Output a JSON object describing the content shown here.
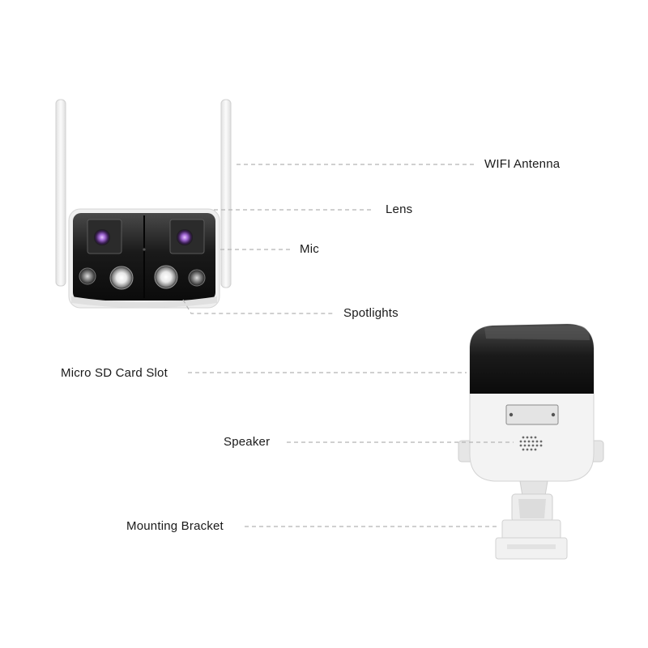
{
  "callouts": {
    "wifi_antenna": "WIFI Antenna",
    "lens": "Lens",
    "mic": "Mic",
    "spotlights": "Spotlights",
    "micro_sd_card_slot": "Micro SD Card Slot",
    "speaker": "Speaker",
    "mounting_bracket": "Mounting Bracket"
  },
  "colors": {
    "leader_line": "#b5b5b5",
    "housing_white": "#f2f2f2",
    "housing_shade": "#d9d9d9",
    "front_black": "#111111",
    "lens_purple": "#a36ad6"
  }
}
